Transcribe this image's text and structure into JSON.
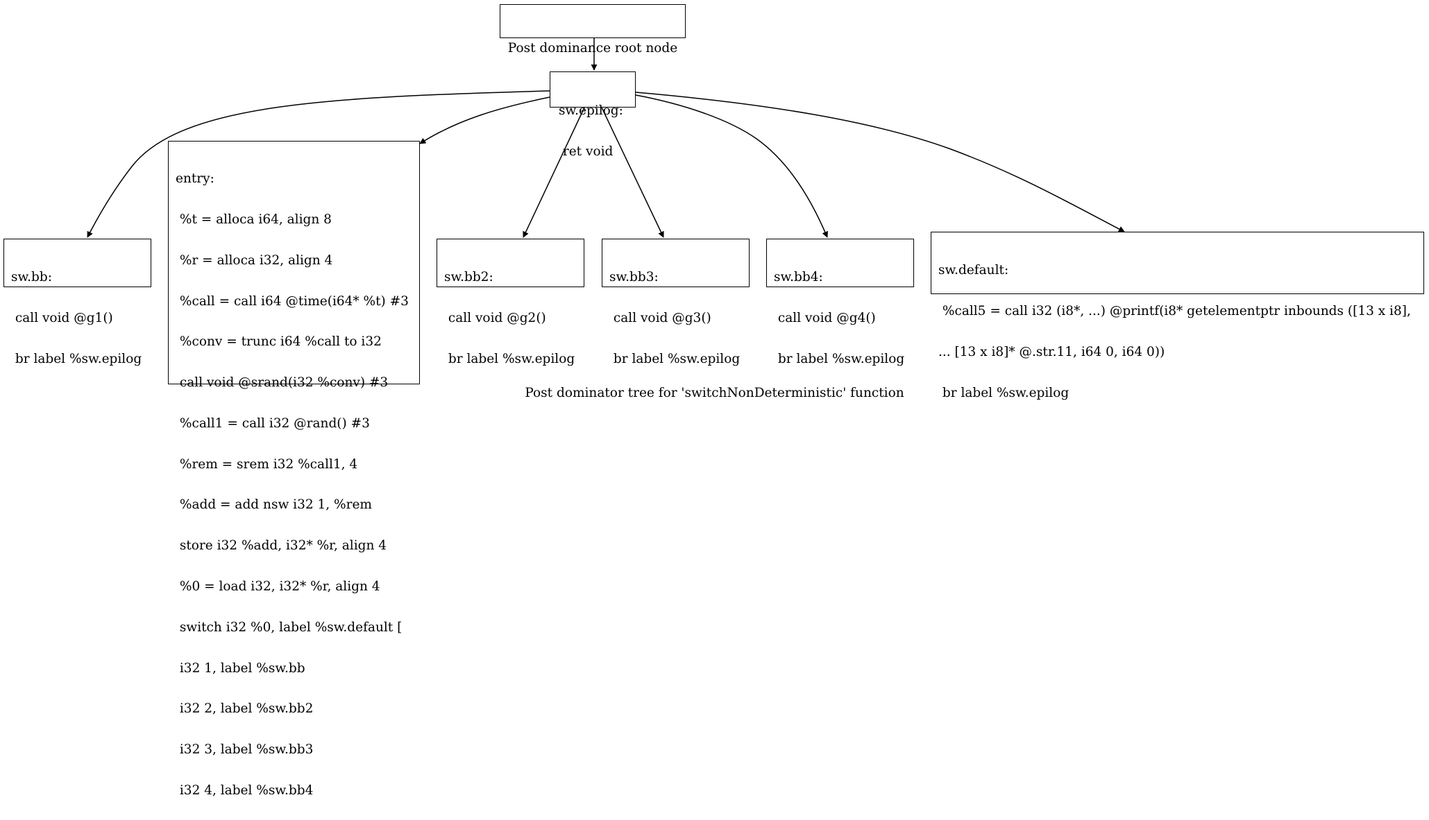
{
  "diagram": {
    "caption": "Post dominator tree for 'switchNonDeterministic' function",
    "nodes": [
      {
        "id": "root",
        "lines": [
          "Post dominance root node"
        ]
      },
      {
        "id": "epilog",
        "lines": [
          "sw.epilog:",
          " ret void"
        ]
      },
      {
        "id": "bb",
        "lines": [
          "sw.bb:",
          " call void @g1()",
          " br label %sw.epilog"
        ]
      },
      {
        "id": "entry",
        "lines": [
          "entry:",
          " %t = alloca i64, align 8",
          " %r = alloca i32, align 4",
          " %call = call i64 @time(i64* %t) #3",
          " %conv = trunc i64 %call to i32",
          " call void @srand(i32 %conv) #3",
          " %call1 = call i32 @rand() #3",
          " %rem = srem i32 %call1, 4",
          " %add = add nsw i32 1, %rem",
          " store i32 %add, i32* %r, align 4",
          " %0 = load i32, i32* %r, align 4",
          " switch i32 %0, label %sw.default [",
          " i32 1, label %sw.bb",
          " i32 2, label %sw.bb2",
          " i32 3, label %sw.bb3",
          " i32 4, label %sw.bb4",
          " ]"
        ]
      },
      {
        "id": "bb2",
        "lines": [
          "sw.bb2:",
          " call void @g2()",
          " br label %sw.epilog"
        ]
      },
      {
        "id": "bb3",
        "lines": [
          "sw.bb3:",
          " call void @g3()",
          " br label %sw.epilog"
        ]
      },
      {
        "id": "bb4",
        "lines": [
          "sw.bb4:",
          " call void @g4()",
          " br label %sw.epilog"
        ]
      },
      {
        "id": "default",
        "lines": [
          "sw.default:",
          " %call5 = call i32 (i8*, ...) @printf(i8* getelementptr inbounds ([13 x i8],",
          "... [13 x i8]* @.str.11, i64 0, i64 0))",
          " br label %sw.epilog"
        ]
      }
    ],
    "edges": [
      {
        "from": "root",
        "to": "epilog"
      },
      {
        "from": "epilog",
        "to": "bb"
      },
      {
        "from": "epilog",
        "to": "entry"
      },
      {
        "from": "epilog",
        "to": "bb2"
      },
      {
        "from": "epilog",
        "to": "bb3"
      },
      {
        "from": "epilog",
        "to": "bb4"
      },
      {
        "from": "epilog",
        "to": "default"
      }
    ]
  }
}
